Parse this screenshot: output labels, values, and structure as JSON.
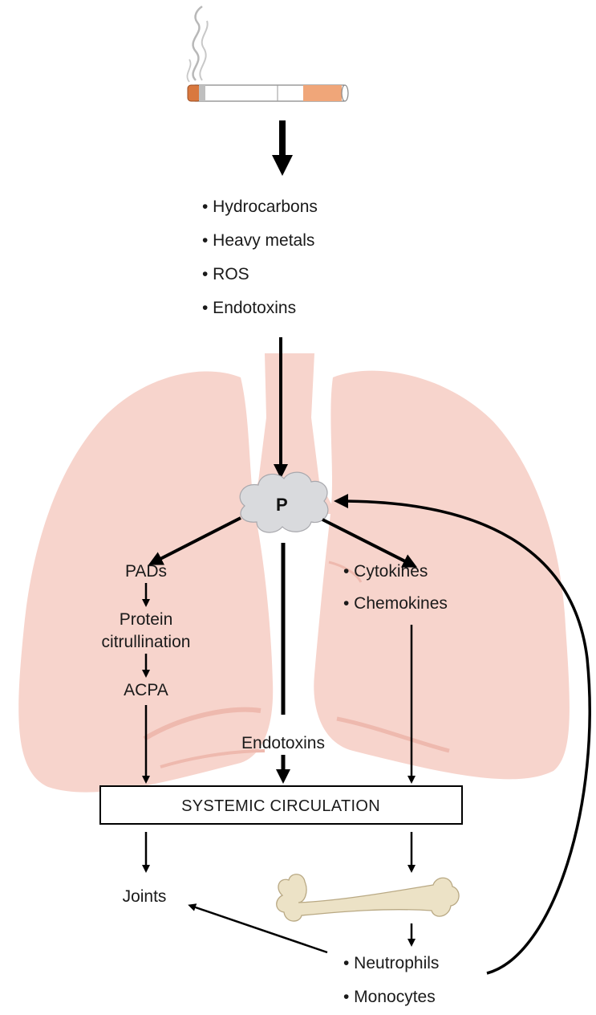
{
  "toxins": {
    "items": [
      "• Hydrocarbons",
      "• Heavy metals",
      "• ROS",
      "• Endotoxins"
    ]
  },
  "center_node": {
    "label": "P"
  },
  "left_path": {
    "pads": "PADs",
    "protein_line1": "Protein",
    "protein_line2": "citrullination",
    "acpa": "ACPA"
  },
  "right_path": {
    "items": [
      "• Cytokines",
      "• Chemokines"
    ]
  },
  "middle_path": {
    "endotoxins": "Endotoxins"
  },
  "systemic_box": {
    "label": "SYSTEMIC CIRCULATION"
  },
  "joints": {
    "label": "Joints"
  },
  "cells": {
    "items": [
      "• Neutrophils",
      "• Monocytes"
    ]
  },
  "colors": {
    "lung_fill": "#f7d4cc",
    "lung_shade": "#eeb9ae",
    "cloud_fill": "#d9dadd",
    "bone_fill": "#ece2c6",
    "cigarette_filter": "#f0a679",
    "ember": "#d9783e"
  }
}
